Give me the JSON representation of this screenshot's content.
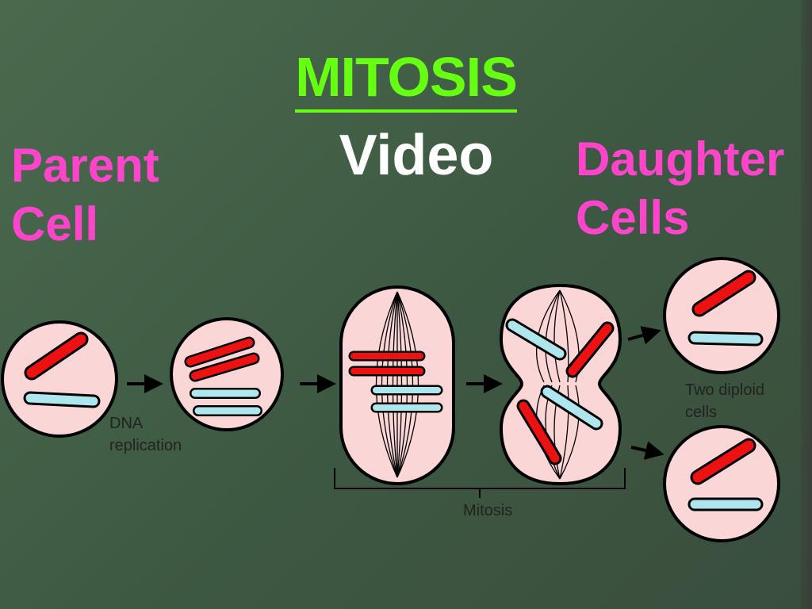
{
  "title": "MITOSIS",
  "subtitle": "Video",
  "labels": {
    "parent_line1": "Parent",
    "parent_line2": "Cell",
    "daughter_line1": "Daughter",
    "daughter_line2": "Cells"
  },
  "diagram": {
    "dna_line1": "DNA",
    "dna_line2": "replication",
    "mitosis": "Mitosis",
    "diploid_line1": "Two diploid",
    "diploid_line2": "cells"
  },
  "colors": {
    "title": "#66ff11",
    "labels": "#ff44cc",
    "cell_fill": "#fbd6d6",
    "chromosome_red": "#ee1111",
    "chromosome_blue": "#aee6ee"
  }
}
